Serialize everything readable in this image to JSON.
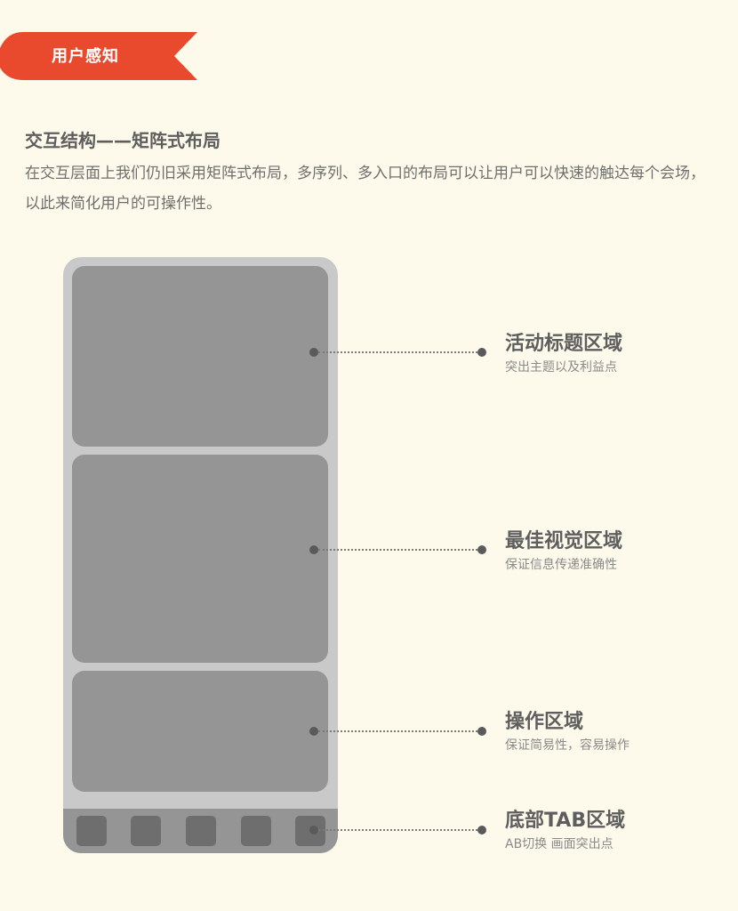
{
  "badge": {
    "label": "用户感知",
    "color": "#e94a2d"
  },
  "section": {
    "title": "交互结构——矩阵式布局",
    "description": "在交互层面上我们仍旧采用矩阵式布局，多序列、多入口的布局可以让用户可以快速的触达每个会场，以此来简化用户的可操作性。"
  },
  "annotations": [
    {
      "title": "活动标题区域",
      "subtitle": "突出主题以及利益点"
    },
    {
      "title": "最佳视觉区域",
      "subtitle": "保证信息传递准确性"
    },
    {
      "title": "操作区域",
      "subtitle": "保证简易性，容易操作"
    },
    {
      "title": "底部TAB区域",
      "subtitle": "AB切换 画面突出点"
    }
  ],
  "colors": {
    "background": "#fefaeb",
    "phone_frame": "#c9c9c9",
    "block": "#959595",
    "tab_icon": "#6e6e6e"
  }
}
